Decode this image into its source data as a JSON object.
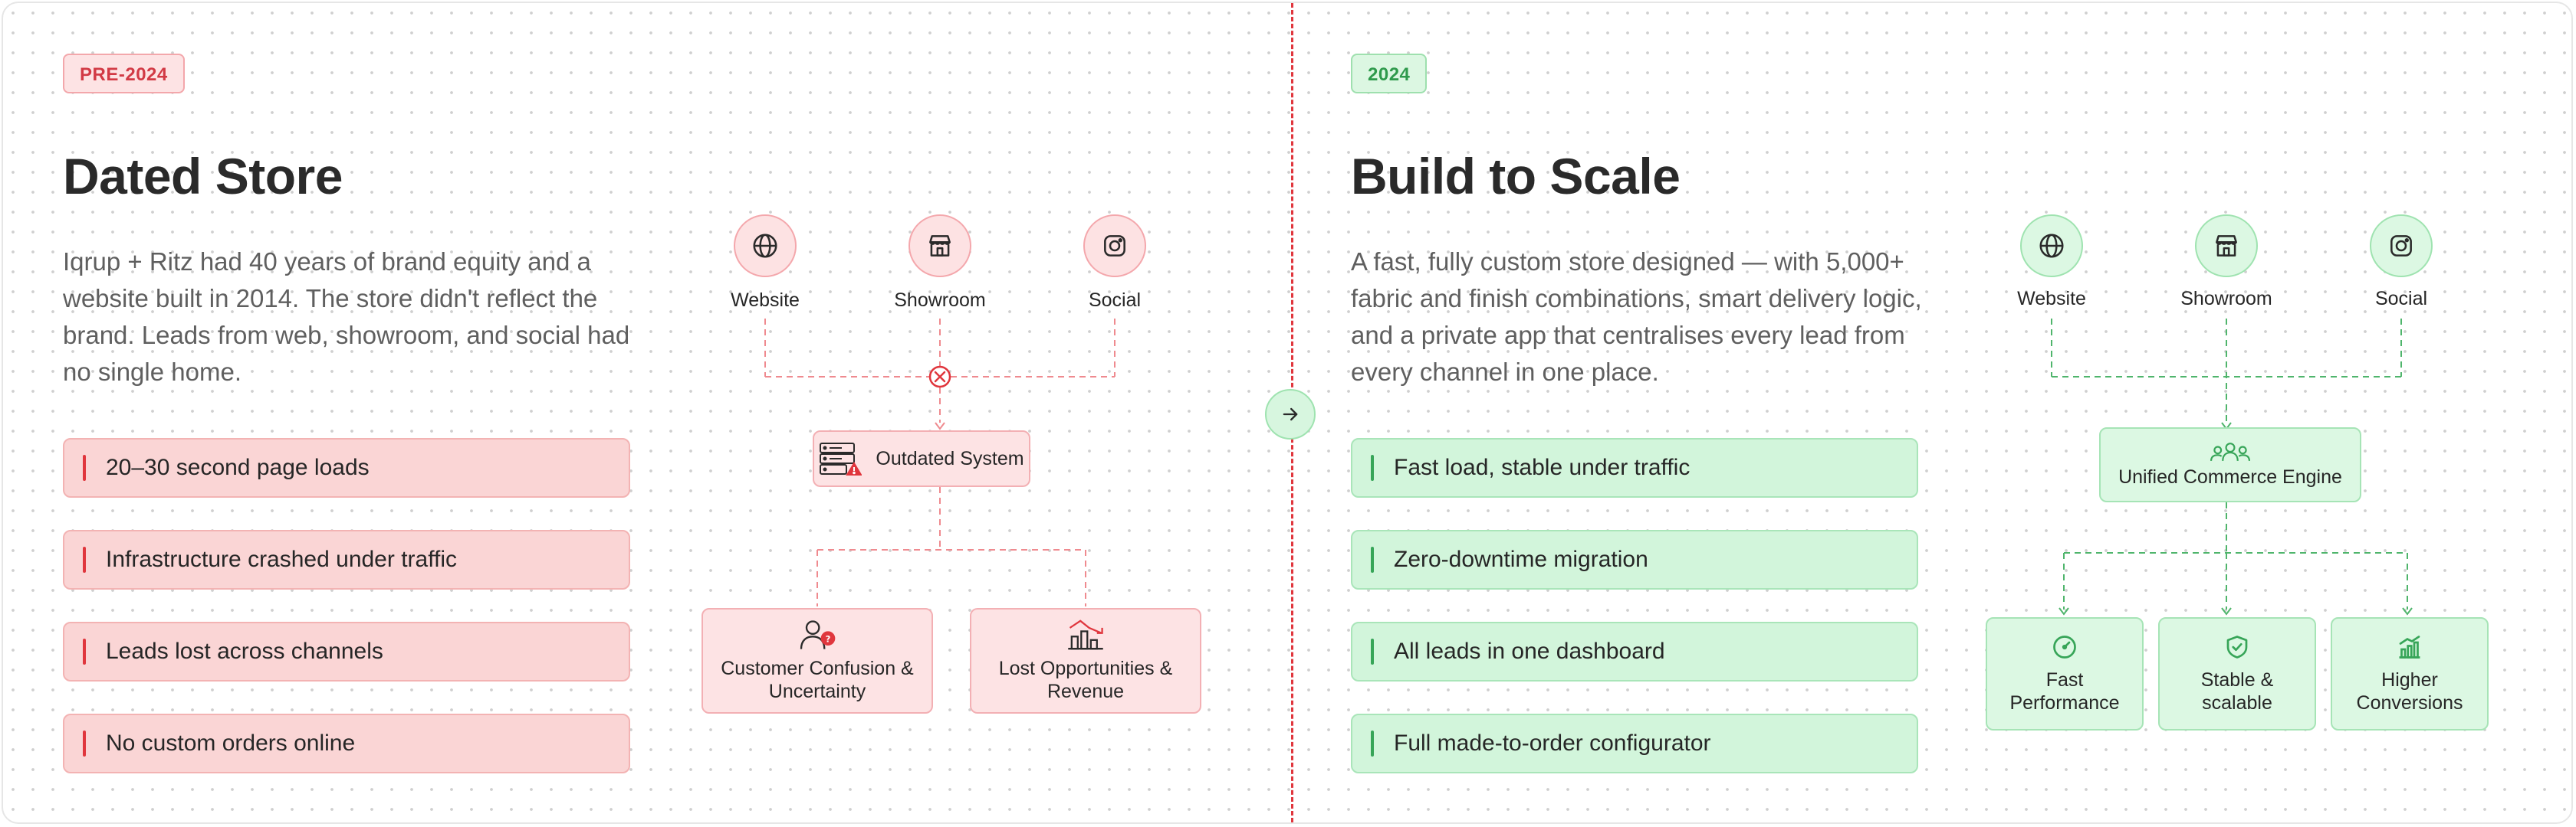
{
  "left": {
    "tag": "PRE-2024",
    "title": "Dated Store",
    "description": "Iqrup + Ritz had 40 years of brand equity and a website built in 2014. The store didn't reflect the brand. Leads from web, showroom, and social had no single home.",
    "points": [
      "20–30 second page loads",
      "Infrastructure crashed under traffic",
      "Leads lost across channels",
      "No custom orders online"
    ],
    "diagram": {
      "channels": [
        {
          "label": "Website",
          "icon": "globe-icon"
        },
        {
          "label": "Showroom",
          "icon": "storefront-icon"
        },
        {
          "label": "Social",
          "icon": "instagram-icon"
        }
      ],
      "hub": "Outdated System",
      "outcomes": [
        "Customer Confusion & Uncertainty",
        "Lost Opportunities & Revenue"
      ]
    }
  },
  "right": {
    "tag": "2024",
    "title": "Build to Scale",
    "description": "A fast, fully custom store designed — with 5,000+ fabric and finish combinations, smart delivery logic, and a private app that centralises every lead from every channel in one place.",
    "points": [
      "Fast load, stable under traffic",
      "Zero-downtime migration",
      "All leads in one dashboard",
      "Full made-to-order configurator"
    ],
    "diagram": {
      "channels": [
        {
          "label": "Website",
          "icon": "globe-icon"
        },
        {
          "label": "Showroom",
          "icon": "storefront-icon"
        },
        {
          "label": "Social",
          "icon": "instagram-icon"
        }
      ],
      "hub": "Unified Commerce Engine",
      "outcomes": [
        "Fast Performance",
        "Stable & scalable",
        "Higher Conversions"
      ]
    }
  },
  "colors": {
    "red_accent": "#e0363d",
    "red_fill": "#fad5d5",
    "green_accent": "#37a558",
    "green_fill": "#d2f5db"
  }
}
